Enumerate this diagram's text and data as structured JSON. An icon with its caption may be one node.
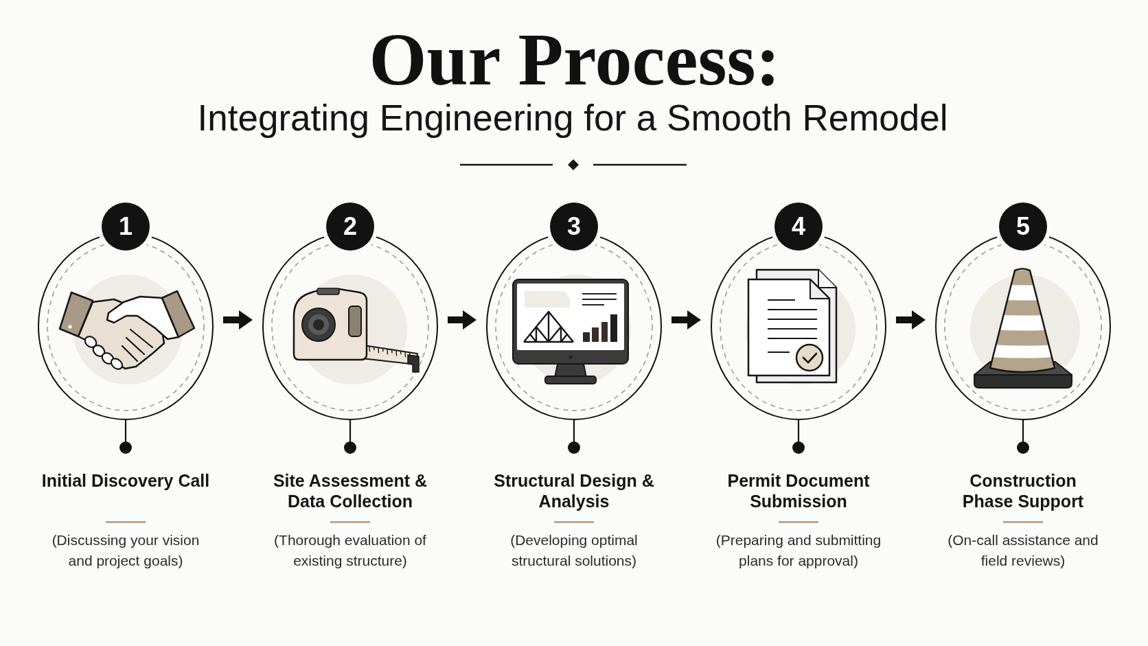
{
  "diagram": {
    "title": "Our Process:",
    "nodes": [
      {
        "text": [
          "1"
        ]
      },
      {
        "text": [
          "2"
        ]
      },
      {
        "text": [
          "3"
        ]
      },
      {
        "text": [
          "4"
        ]
      },
      {
        "text": [
          "5"
        ]
      },
      {
        "text": [
          "Initial Discovery Call",
          "(Discussing your vision and project goals)"
        ]
      },
      {
        "text": [
          "Site Assessment & Data Collection",
          "(Thorough evaluation of existing structure)"
        ]
      },
      {
        "text": [
          "Structural Design & Analysis",
          "(Developing optimal structural solutions)"
        ]
      },
      {
        "text": [
          "Permit Document Submission",
          "(Preparing and submitting plans for approval)"
        ]
      },
      {
        "text": [
          "Construction Phase Support",
          "(On-call assistance and field reviews)"
        ]
      }
    ],
    "edges": [
      {
        "from": 0,
        "to": 1,
        "arrow": "to",
        "style": "thick"
      },
      {
        "from": 1,
        "to": 2,
        "arrow": "to",
        "style": "thick"
      },
      {
        "from": 2,
        "to": 3,
        "arrow": "to",
        "style": "thick"
      },
      {
        "from": 3,
        "to": 4,
        "arrow": "to",
        "style": "thick"
      },
      {
        "from": 0,
        "to": 5,
        "arrow": "other"
      },
      {
        "from": 1,
        "to": 6,
        "arrow": "other"
      },
      {
        "from": 2,
        "to": 7,
        "arrow": "other"
      },
      {
        "from": 3,
        "to": 8,
        "arrow": "other"
      },
      {
        "from": 4,
        "to": 9,
        "arrow": "other"
      }
    ],
    "labels": [
      "Integrating Engineering for a Smooth Remodel"
    ]
  }
}
